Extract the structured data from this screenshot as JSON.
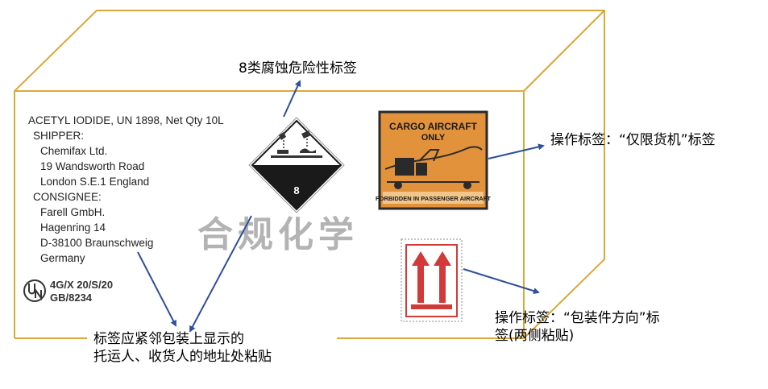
{
  "colors": {
    "box_outline": "#dca83a",
    "arrow": "#2d4f9c",
    "corrosive_dark": "#1a1a1a",
    "cargo_orange": "#e3923c",
    "orientation_red": "#d23a3a"
  },
  "shipping_label": {
    "line1": "ACETYL IODIDE, UN 1898, Net Qty 10L",
    "line2": "SHIPPER:",
    "line3": "Chemifax Ltd.",
    "line4": "19 Wandsworth Road",
    "line5": "London S.E.1 England",
    "line6": "CONSIGNEE:",
    "line7": "Farell GmbH.",
    "line8": "Hagenring 14",
    "line9": "D-38100 Braunschweig",
    "line10": "Germany"
  },
  "un_mark": {
    "symbol": "un",
    "line1": "4G/X 20/S/20",
    "line2": "GB/8234"
  },
  "corrosive_label": {
    "number": "8",
    "icon": "corrosive-hazard-icon"
  },
  "cargo_label": {
    "line1": "CARGO AIRCRAFT",
    "line2": "ONLY",
    "bottom": "FORBIDDEN IN PASSENGER AIRCRAFT",
    "icon": "cargo-aircraft-icon"
  },
  "orientation_label": {
    "icon": "this-way-up-arrows-icon"
  },
  "watermark": "合规化学",
  "callouts": {
    "class8": "8类腐蚀危险性标签",
    "cargo": "操作标签：“仅限货机”标签",
    "orientation_l1": "操作标签：“包装件方向”标",
    "orientation_l2": "签(两侧粘贴)",
    "placement_l1": "标签应紧邻包装上显示的",
    "placement_l2": "托运人、收货人的地址处粘贴"
  }
}
